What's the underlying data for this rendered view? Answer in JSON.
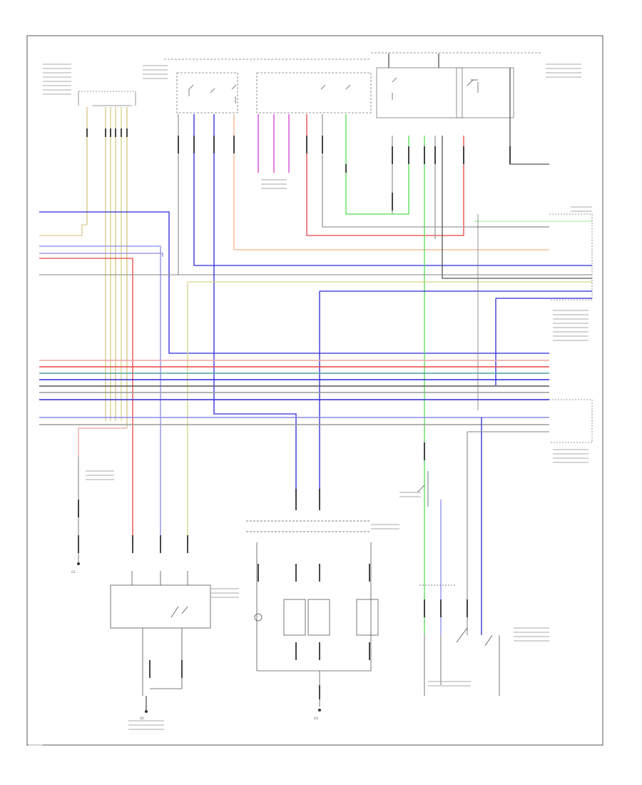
{
  "wire_colors": {
    "black": "#222222",
    "gray": "#9a9a9a",
    "blue": "#2a2ad6",
    "light_blue": "#8a8ae8",
    "red": "#e84444",
    "pink": "#f2a0a0",
    "orange": "#f4b48c",
    "green": "#55dd55",
    "light_green": "#a8f0a8",
    "yellow": "#d6d68a",
    "tan": "#d9c98c",
    "magenta": "#d040d0",
    "teal": "#4aa0a0",
    "dark_gray": "#555555"
  },
  "diagram": {
    "grounds": [
      "G1",
      "G2",
      "G3"
    ]
  }
}
